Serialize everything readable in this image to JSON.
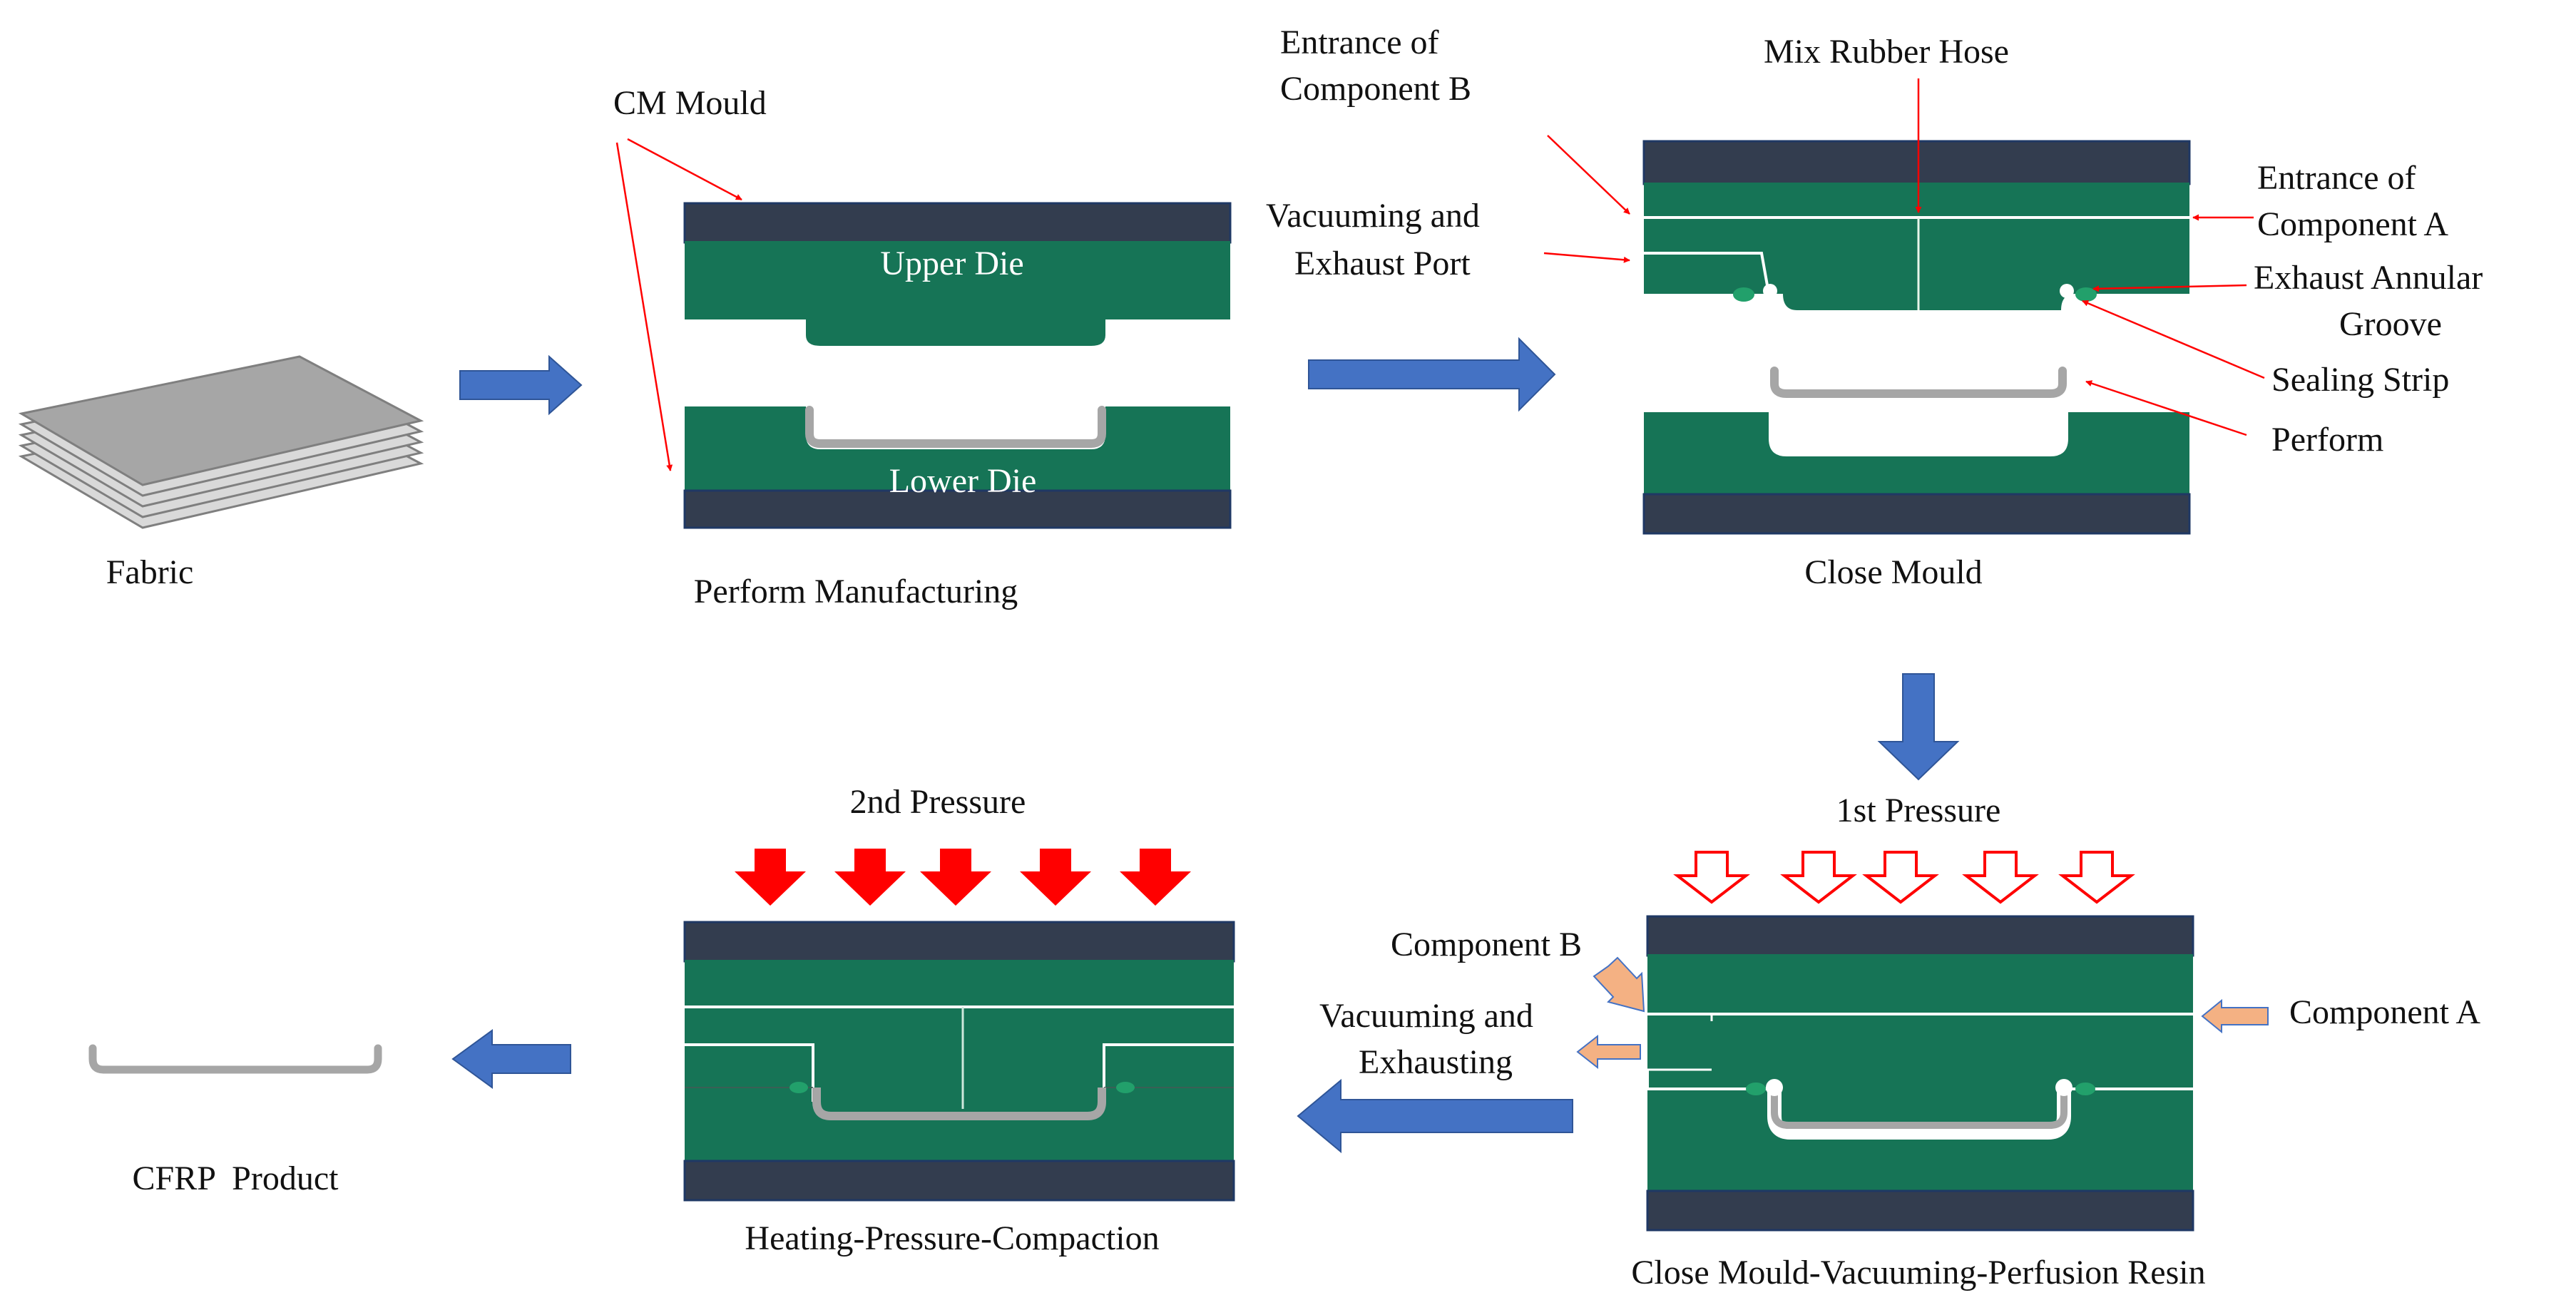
{
  "colors": {
    "plate": "#333d4f",
    "die": "#167456",
    "cavity": "#ffffff",
    "preform": "#a6a6a6",
    "flow_arrow": "#4472c4",
    "callout": "#ff0000",
    "pressure_solid": "#ff0000",
    "seal": "#22a06b",
    "component_arrow": "#f4b183"
  },
  "labels": {
    "fabric": "Fabric",
    "cm_mould": "CM Mould",
    "upper_die": "Upper Die",
    "lower_die": "Lower Die",
    "perform_manufacturing": "Perform Manufacturing",
    "entrance_b_line1": "Entrance of",
    "entrance_b_line2": "Component B",
    "mix_rubber_hose": "Mix Rubber Hose",
    "entrance_a_line1": "Entrance of",
    "entrance_a_line2": "Component A",
    "vacuum_port_line1": "Vacuuming and",
    "vacuum_port_line2": "Exhaust Port",
    "exhaust_groove_line1": "Exhaust Annular",
    "exhaust_groove_line2": "Groove",
    "sealing_strip": "Sealing Strip",
    "perform": "Perform",
    "close_mould": "Close Mould",
    "first_pressure": "1st Pressure",
    "second_pressure": "2nd Pressure",
    "component_b": "Component B",
    "component_a": "Component A",
    "vacuum_exh_line1": "Vacuuming and",
    "vacuum_exh_line2": "Exhausting",
    "close_mould_vacuum": "Close Mould-Vacuuming-Perfusion Resin",
    "heating_pressure": "Heating-Pressure-Compaction",
    "cfrp_product": "CFRP  Product"
  }
}
